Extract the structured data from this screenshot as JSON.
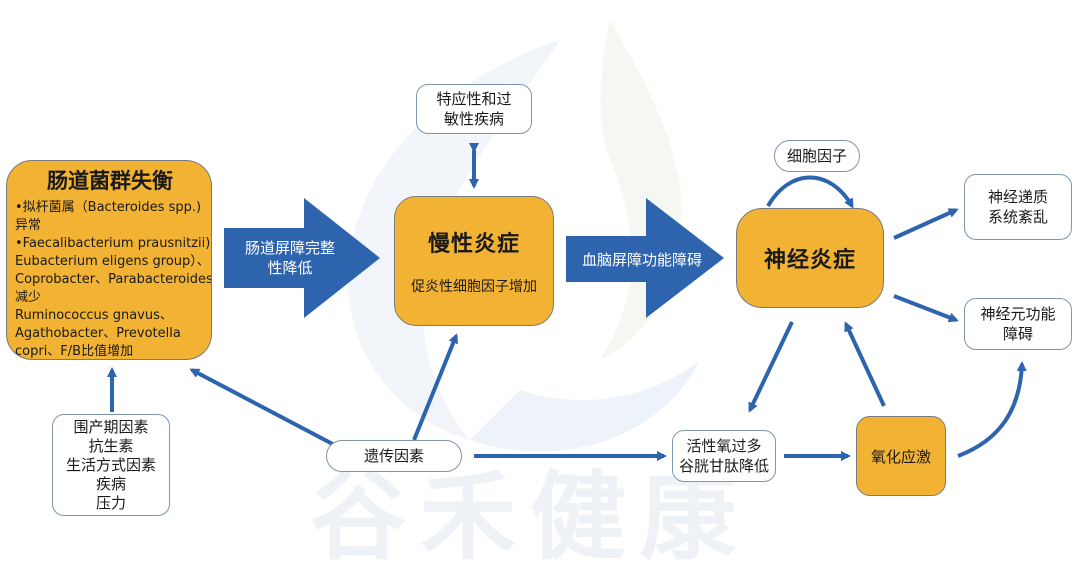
{
  "watermark": "谷禾健康",
  "gut": {
    "title": "肠道菌群失衡",
    "lines": [
      "•拟杆菌属（Bacteroides spp.)",
      "异常",
      "•Faecalibacterium prausnitzii)、",
      "Eubacterium eligens group）、",
      "Coprobacter、Parabacteroides",
      "减少",
      "Ruminococcus gnavus、",
      "Agathobacter、Prevotella",
      "copri、F/B比值增加"
    ]
  },
  "arrow_labels": {
    "gut_barrier": [
      "肠道屏障完整",
      "性降低"
    ],
    "bbb": "血脑屏障功能障碍"
  },
  "chronic": {
    "title": "慢性炎症",
    "sub": "促炎性细胞因子增加"
  },
  "allergy": [
    "特应性和过",
    "敏性疾病"
  ],
  "neuro": {
    "title": "神经炎症"
  },
  "cytokine": "细胞因子",
  "neurotransmitter": [
    "神经递质",
    "系统紊乱"
  ],
  "neuron": [
    "神经元功能",
    "障碍"
  ],
  "factors": [
    "围产期因素",
    "抗生素",
    "生活方式因素",
    "疾病",
    "压力"
  ],
  "genetic": "遗传因素",
  "ros": [
    "活性氧过多",
    "谷胱甘肽降低"
  ],
  "oxidative": "氧化应激",
  "colors": {
    "orange": "#f2b233",
    "blue": "#2d64ad",
    "box_border": "#7f96ad"
  }
}
